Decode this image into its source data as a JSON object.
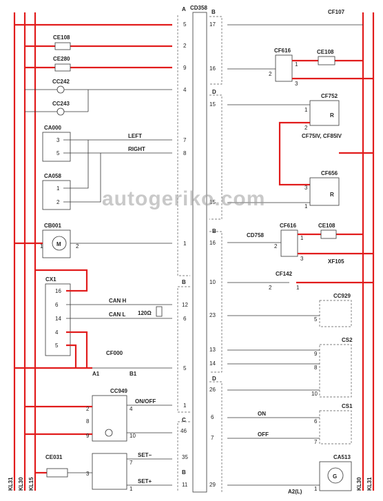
{
  "connector": {
    "name": "CD358"
  },
  "rails": {
    "left": [
      "KL31",
      "KL30",
      "KL15"
    ],
    "right": [
      "KL30",
      "KL31"
    ]
  },
  "left_components": {
    "CE108": "CE108",
    "CE280": "CE280",
    "CC242": "CC242",
    "CC243": "CC243",
    "CA000": "CA000",
    "CA058": "CA058",
    "CB001": "CB001",
    "CX1": "CX1",
    "CF000": "CF000",
    "CC949": "CC949",
    "CE031": "CE031"
  },
  "right_components": {
    "CF107": "CF107",
    "CF616_top": "CF616",
    "CE108_top": "CE108",
    "CF752": "CF752",
    "CF75IV": "CF75IV, CF85IV",
    "CF656": "CF656",
    "CD758": "CD758",
    "CF616_mid": "CF616",
    "CE108_mid": "CE108",
    "XF105": "XF105",
    "CF142": "CF142",
    "CC929": "CC929",
    "CS2": "CS2",
    "CS1": "CS1",
    "CA513": "CA513",
    "A2L": "A2(L)"
  },
  "signals": {
    "left": "LEFT",
    "right": "RIGHT",
    "canh": "CAN H",
    "canl": "CAN L",
    "res": "120Ω",
    "onoff": "ON/OFF",
    "setminus": "SET−",
    "setplus": "SET+",
    "on": "ON",
    "off": "OFF",
    "a1": "A1",
    "b1": "B1",
    "motor": "M",
    "gen": "G",
    "relay_r": "R"
  },
  "section_letters": {
    "a": "A",
    "b": "B",
    "c": "C",
    "d": "D"
  },
  "left_pins": [
    "5",
    "2",
    "9",
    "4",
    "7",
    "8",
    "1",
    "12",
    "6",
    "5",
    "1",
    "46",
    "35",
    "11"
  ],
  "right_pins": [
    "17",
    "16",
    "15",
    "15",
    "16",
    "10",
    "23",
    "13",
    "14",
    "26",
    "6",
    "7",
    "29"
  ],
  "comp_pins": {
    "ca000_3": "3",
    "ca000_5": "5",
    "ca058_1": "1",
    "ca058_2": "2",
    "cb001_1": "1",
    "cb001_2": "2",
    "cx1_16": "16",
    "cx1_6": "6",
    "cx1_14": "14",
    "cx1_4": "4",
    "cx1_5": "5",
    "cc949_2": "2",
    "cc949_4": "4",
    "cc949_8": "8",
    "cc949_9": "9",
    "cc949_10": "10",
    "cc949_7": "7",
    "cc949_3": "3",
    "cc949_1": "1",
    "cf616_2": "2",
    "cf616_1": "1",
    "cf616_3": "3",
    "cf752_1": "1",
    "cf752_2": "2",
    "cf656_3": "3",
    "cf656_1": "1",
    "cf616b_2": "2",
    "cf616b_1": "1",
    "cf616b_3": "3",
    "cf142_2": "2",
    "cf142_1": "1",
    "cc929_5": "5",
    "cs2_9": "9",
    "cs2_8": "8",
    "cs2_10": "10",
    "cs1_6": "6",
    "cs1_7": "7",
    "ca513_1": "1"
  },
  "watermark": "autogeriko.com"
}
